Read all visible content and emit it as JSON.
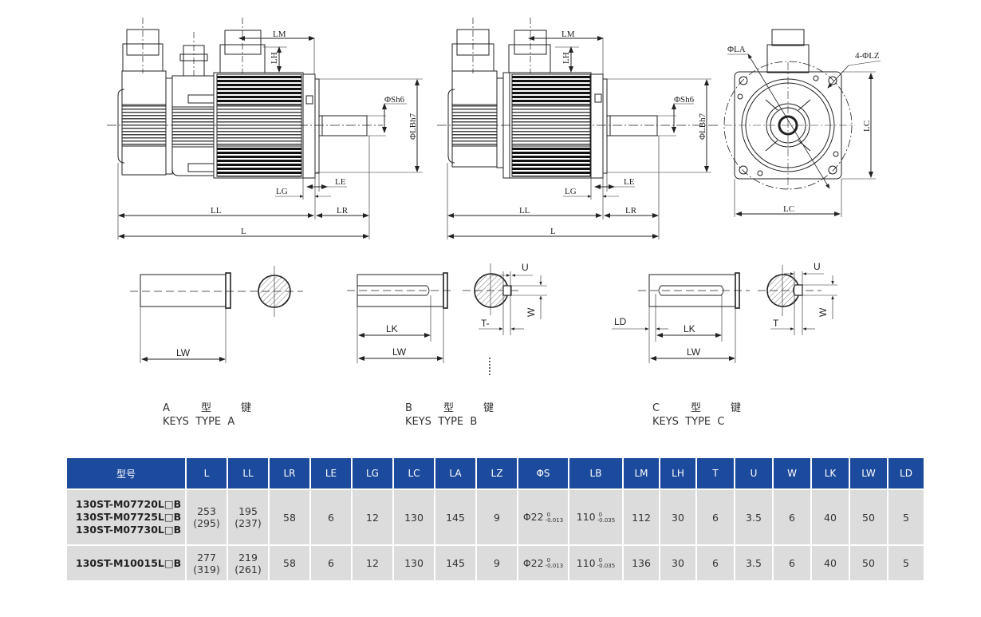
{
  "drawings": {
    "motor_side_view_1": {
      "labels": {
        "LM": "LM",
        "LH": "LH",
        "Sh6": "ΦSh6",
        "LBh7": "ΦLBh7",
        "LE": "LE",
        "LG": "LG",
        "LL": "LL",
        "LR": "LR",
        "L": "L"
      }
    },
    "motor_side_view_2": {
      "labels": {
        "LM": "LM",
        "LH": "LH",
        "Sh6": "ΦSh6",
        "LBh7": "ΦLBh7",
        "LE": "LE",
        "LG": "LG",
        "LL": "LL",
        "LR": "LR",
        "L": "L"
      }
    },
    "motor_front_view": {
      "labels": {
        "LA": "ΦLA",
        "LZ": "4-ΦLZ",
        "LC_v": "LC",
        "LC_h": "LC"
      }
    },
    "key_type_a": {
      "labels": {
        "LW": "LW"
      },
      "caption_cn": [
        "A",
        "型",
        "键"
      ],
      "caption_en": "KEYS  TYPE  A"
    },
    "key_type_b": {
      "labels": {
        "LK": "LK",
        "LW": "LW",
        "U": "U",
        "W": "W",
        "T": "T-"
      },
      "caption_cn": [
        "B",
        "型",
        "键"
      ],
      "caption_en": "KEYS  TYPE  B"
    },
    "key_type_c": {
      "labels": {
        "LD": "LD",
        "LK": "LK",
        "LW": "LW",
        "U": "U",
        "W": "W",
        "T": "T"
      },
      "caption_cn": [
        "C",
        "型",
        "键"
      ],
      "caption_en": "KEYS  TYPE  C"
    }
  },
  "table": {
    "headers": [
      "型号",
      "L",
      "LL",
      "LR",
      "LE",
      "LG",
      "LC",
      "LA",
      "LZ",
      "ΦS",
      "LB",
      "LM",
      "LH",
      "T",
      "U",
      "W",
      "LK",
      "LW",
      "LD"
    ],
    "rows": [
      {
        "models": [
          "130ST-M07720L□B",
          "130ST-M07725L□B",
          "130ST-M07730L□B"
        ],
        "L": [
          "253",
          "(295)"
        ],
        "LL": [
          "195",
          "(237)"
        ],
        "LR": "58",
        "LE": "6",
        "LG": "12",
        "LC": "130",
        "LA": "145",
        "LZ": "9",
        "S": {
          "base": "Φ22",
          "upper": "0",
          "lower": "-0.013"
        },
        "LB": {
          "base": "110",
          "upper": "0",
          "lower": "-0.035"
        },
        "LM": "112",
        "LH": "30",
        "T": "6",
        "U": "3.5",
        "W": "6",
        "LK": "40",
        "LW": "50",
        "LD": "5"
      },
      {
        "models": [
          "130ST-M10015L□B"
        ],
        "L": [
          "277",
          "(319)"
        ],
        "LL": [
          "219",
          "(261)"
        ],
        "LR": "58",
        "LE": "6",
        "LG": "12",
        "LC": "130",
        "LA": "145",
        "LZ": "9",
        "S": {
          "base": "Φ22",
          "upper": "0",
          "lower": "-0.013"
        },
        "LB": {
          "base": "110",
          "upper": "0",
          "lower": "-0.035"
        },
        "LM": "136",
        "LH": "30",
        "T": "6",
        "U": "3.5",
        "W": "6",
        "LK": "40",
        "LW": "50",
        "LD": "5"
      }
    ]
  },
  "colors": {
    "header_bg": "#1c4a9c",
    "cell_bg": "#dcdcdc",
    "line": "#222222"
  }
}
